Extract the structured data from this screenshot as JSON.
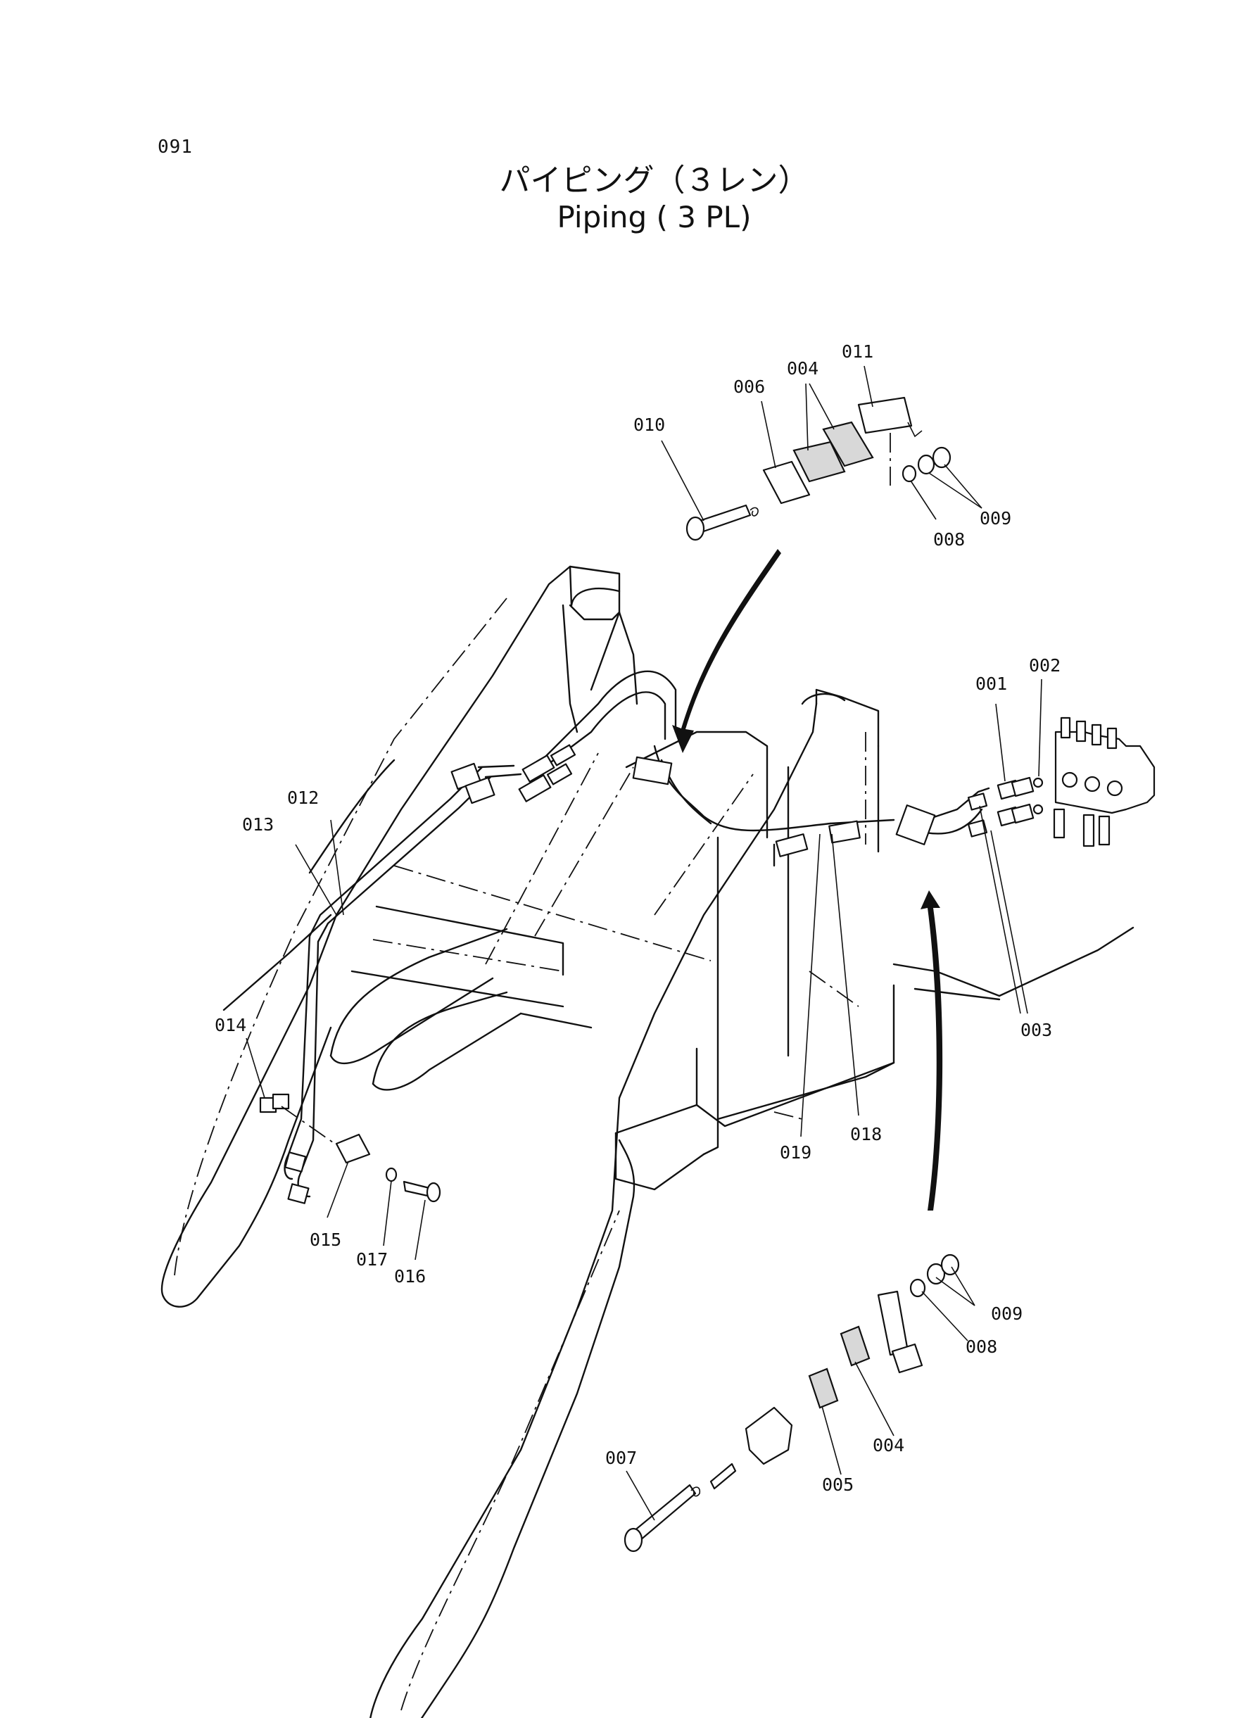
{
  "page_number": "091",
  "title_jp": "パイピング（３レン）",
  "title_en": "Piping ( 3 PL)",
  "callouts": {
    "c001": "001",
    "c002": "002",
    "c003": "003",
    "c004a": "004",
    "c004b": "004",
    "c005": "005",
    "c006": "006",
    "c007": "007",
    "c008a": "008",
    "c008b": "008",
    "c009a": "009",
    "c009b": "009",
    "c010": "010",
    "c011": "011",
    "c012": "012",
    "c013": "013",
    "c014": "014",
    "c015": "015",
    "c016": "016",
    "c017": "017",
    "c018": "018",
    "c019": "019"
  }
}
